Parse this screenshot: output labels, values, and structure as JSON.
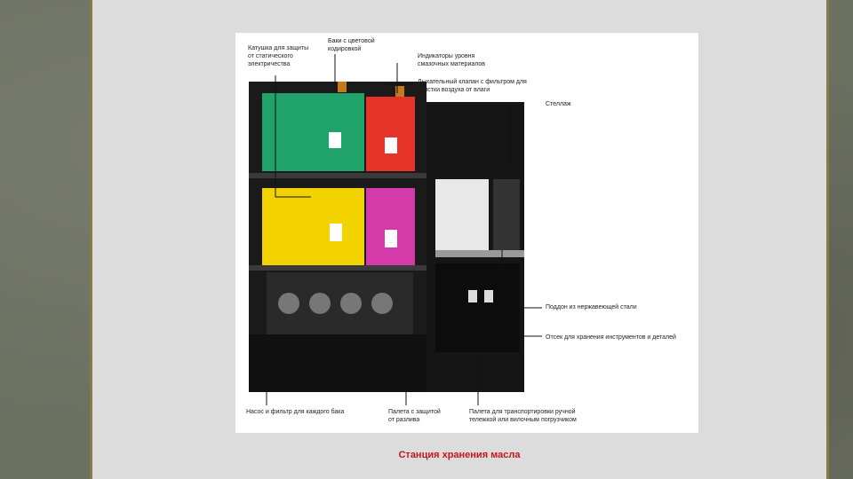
{
  "slide": {
    "caption": "Станция хранения масла"
  },
  "figure": {
    "labels": {
      "coil": "Катушка для защиты\nот статического\nэлектричества",
      "tanks": "Баки с цветовой\nкодировкой",
      "indicators": "Индикаторы уровня\nсмазочных материалов",
      "breather": "Дыхательный клапан с фильтром для\nочистки воздуха от влаги",
      "rack": "Стеллаж",
      "tray": "Поддон из нержавеющей стали",
      "compartment": "Отсек для хранения инструментов и деталей",
      "pump": "Насос и фильтр для каждого бака",
      "pallet": "Палета с защитой\nот разлива",
      "transport": "Палета для транспортировки ручной\nтележкой или вилочным погрузчиком"
    }
  },
  "colors": {
    "caption": "#c4161c",
    "tank_green": "#1fa36a",
    "tank_red": "#e5332a",
    "tank_yellow": "#f2d300",
    "tank_magenta": "#d43aa8"
  }
}
